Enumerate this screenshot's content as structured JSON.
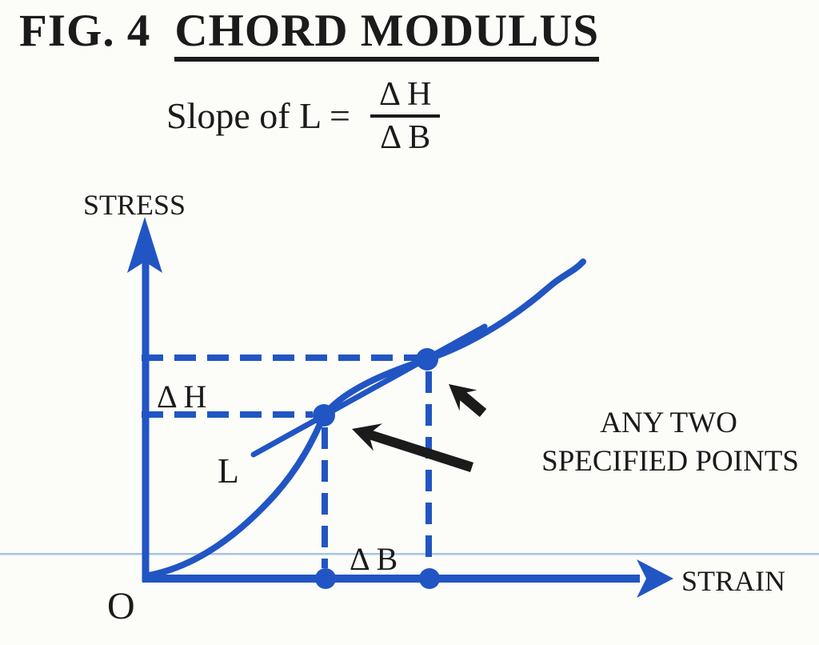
{
  "title": {
    "fig_label": "FIG. 4",
    "heading": "CHORD MODULUS"
  },
  "formula": {
    "lhs": "Slope of L =",
    "numerator": "Δ H",
    "denominator": "Δ B"
  },
  "diagram": {
    "y_axis_label": "STRESS",
    "x_axis_label": "STRAIN",
    "origin_label": "O",
    "chord_label": "L",
    "delta_h_label": "Δ H",
    "delta_b_label": "Δ B",
    "annotation_line1": "ANY TWO",
    "annotation_line2": "SPECIFIED POINTS"
  },
  "colors": {
    "diagram_blue": "#2155c3",
    "ink_black": "#1b1b1b",
    "scan_line_blue": "#8ab0dc",
    "background": "#fcfcf9"
  }
}
